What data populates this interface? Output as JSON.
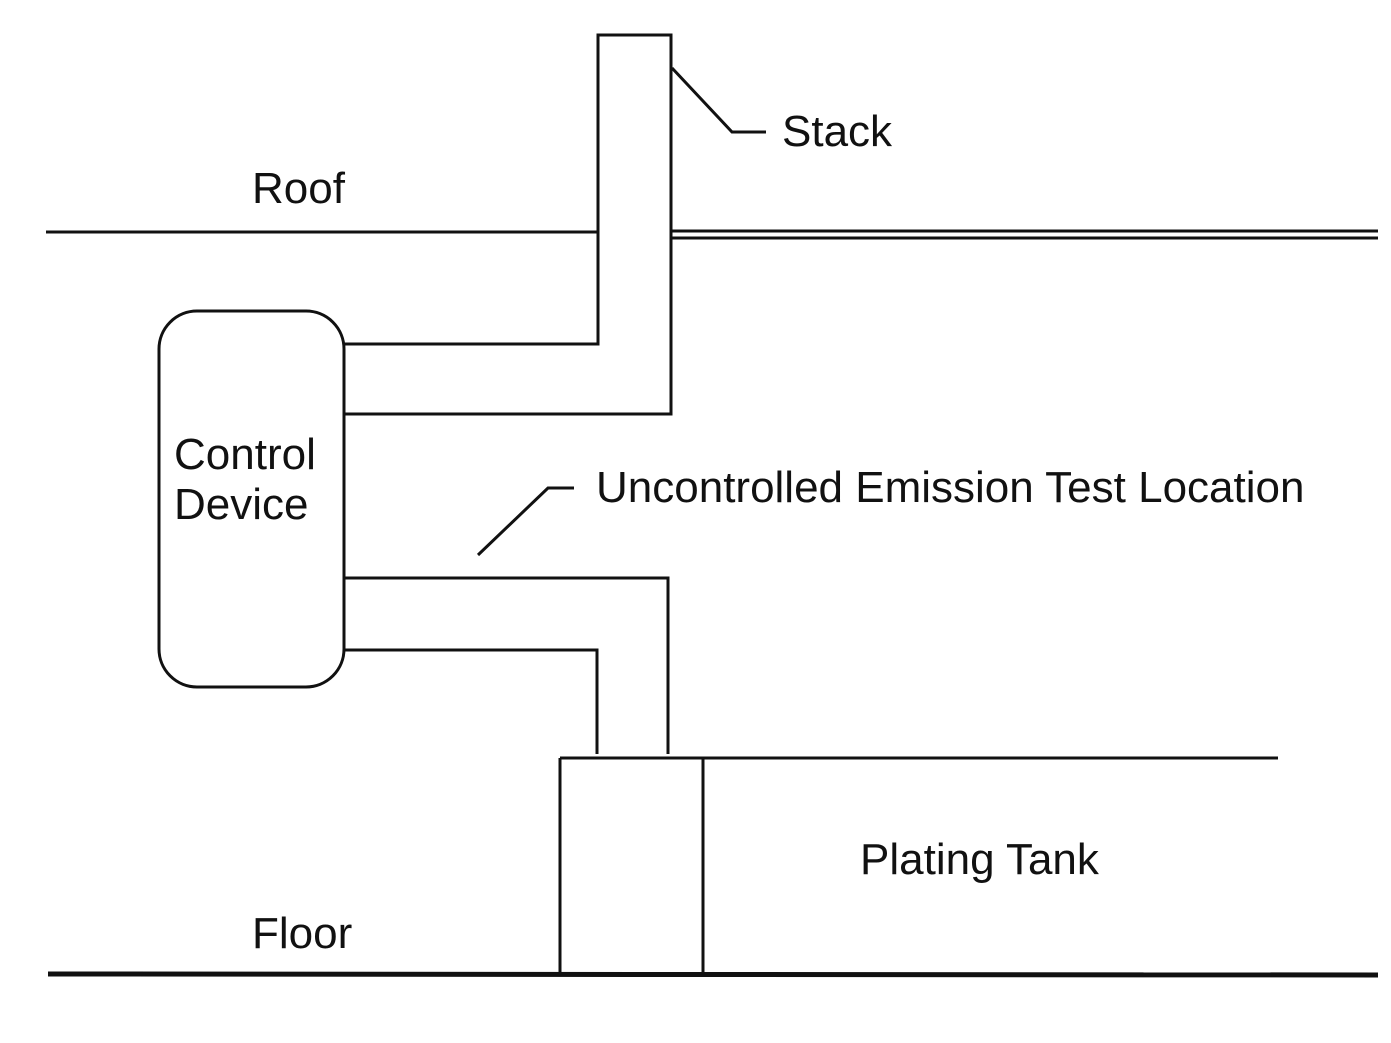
{
  "labels": {
    "stack": "Stack",
    "roof": "Roof",
    "control_device_line1": "Control",
    "control_device_line2": "Device",
    "test_location": "Uncontrolled Emission Test Location",
    "plating_tank": "Plating Tank",
    "floor": "Floor"
  }
}
